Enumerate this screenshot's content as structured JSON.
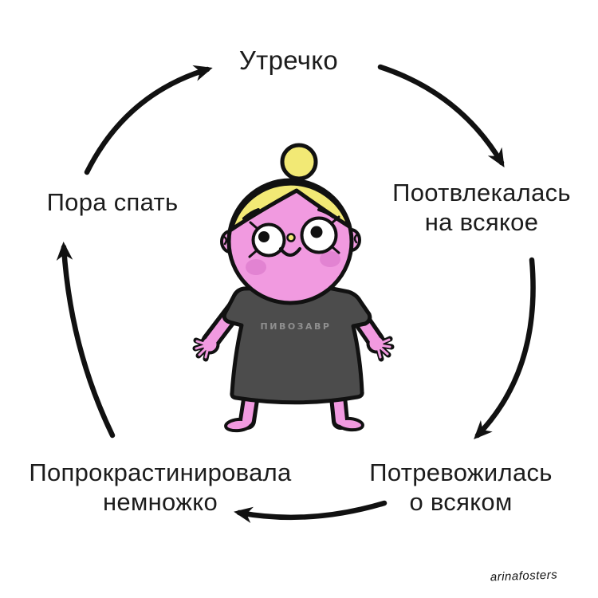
{
  "diagram": {
    "type": "cycle",
    "steps": [
      {
        "id": "morning",
        "line1": "Утречко",
        "line2": ""
      },
      {
        "id": "distracted",
        "line1": "Поотвлекалась",
        "line2": "на всякое"
      },
      {
        "id": "worried",
        "line1": "Потревожилась",
        "line2": "о всяком"
      },
      {
        "id": "procrastinated",
        "line1": "Попрокрастинировала",
        "line2": "немножко"
      },
      {
        "id": "sleep",
        "line1": "Пора спать",
        "line2": ""
      }
    ],
    "arrows": [
      {
        "from": "sleep",
        "to": "morning"
      },
      {
        "from": "morning",
        "to": "distracted"
      },
      {
        "from": "distracted",
        "to": "worried"
      },
      {
        "from": "worried",
        "to": "procrastinated"
      },
      {
        "from": "procrastinated",
        "to": "sleep"
      }
    ]
  },
  "character": {
    "description": "cartoon girl, blonde bun, pink skin, oversized dark t-shirt dress",
    "shirt_text": "ПИВОЗАВР"
  },
  "signature": "arinafosters",
  "colors": {
    "background": "#ffffff",
    "text": "#1c1c1c",
    "outline": "#111111",
    "skin": "#f19ae0",
    "blush": "#e283d2",
    "hair": "#f2e975",
    "shirt": "#4c4c4c",
    "shirt_text": "#8f8f8f"
  }
}
